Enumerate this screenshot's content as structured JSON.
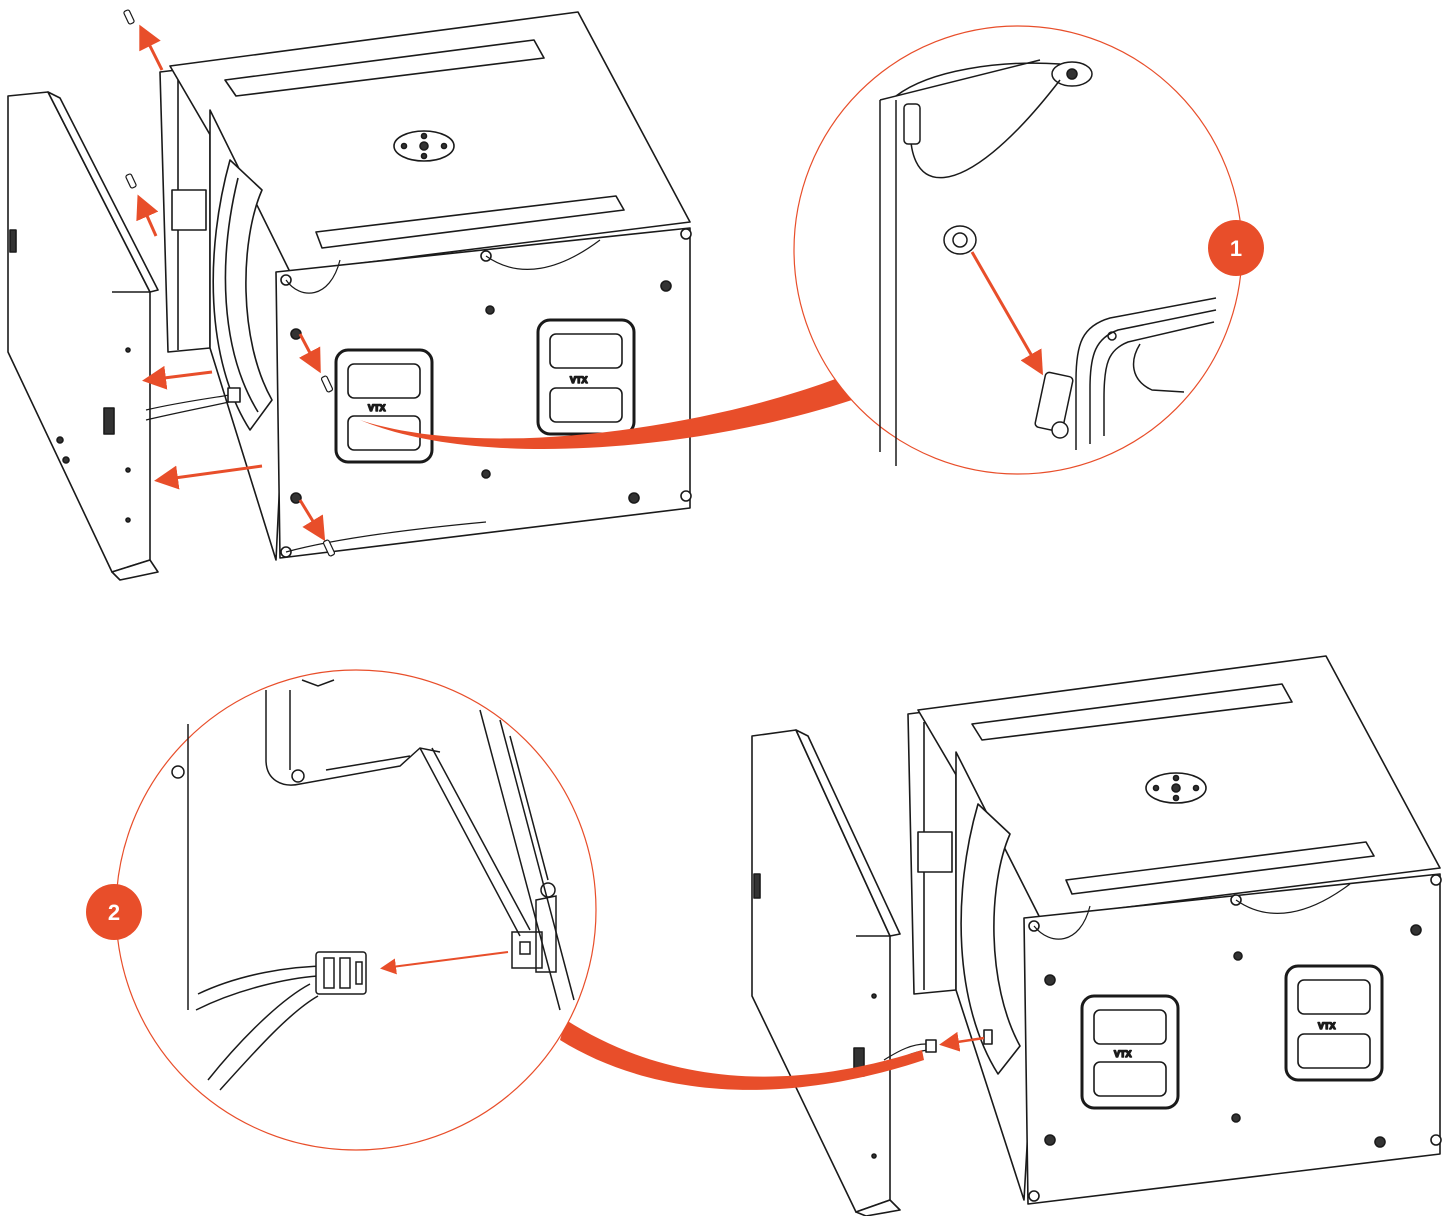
{
  "steps": [
    {
      "number": "1"
    },
    {
      "number": "2"
    }
  ],
  "brand_label": "VTX",
  "colors": {
    "accent": "#e84e2a",
    "line": "#1a1a1a",
    "background": "#ffffff"
  },
  "icons": {
    "removal_arrow": "arrow-icon",
    "step_badge": "numbered-circle-icon"
  }
}
